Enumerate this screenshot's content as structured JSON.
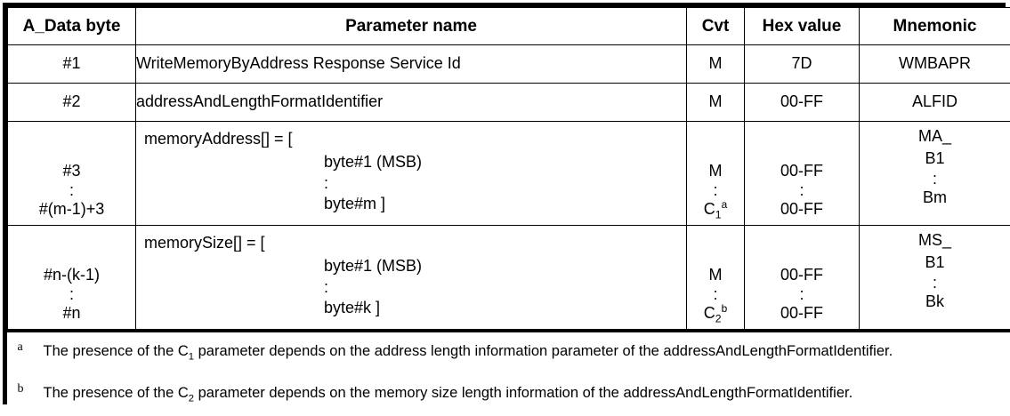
{
  "table": {
    "columns": [
      {
        "key": "a_data_byte",
        "label": "A_Data byte"
      },
      {
        "key": "parameter_name",
        "label": "Parameter name"
      },
      {
        "key": "cvt",
        "label": "Cvt"
      },
      {
        "key": "hex_value",
        "label": "Hex value"
      },
      {
        "key": "mnemonic",
        "label": "Mnemonic"
      }
    ],
    "rows": [
      {
        "type": "simple",
        "a_data_byte": "#1",
        "parameter_name": "WriteMemoryByAddress Response Service Id",
        "cvt": "M",
        "hex_value": "7D",
        "mnemonic": "WMBAPR"
      },
      {
        "type": "simple",
        "a_data_byte": "#2",
        "parameter_name": "addressAndLengthFormatIdentifier",
        "cvt": "M",
        "hex_value": "00-FF",
        "mnemonic": "ALFID"
      },
      {
        "type": "block",
        "a_data_byte_lines": [
          "#3",
          ":",
          "#(m-1)+3"
        ],
        "param_label": "memoryAddress[] = [",
        "param_lines": [
          "byte#1 (MSB)",
          ":",
          "byte#m ]"
        ],
        "cvt_lines": [
          "M",
          ":",
          "C"
        ],
        "cvt_last_sub": "1",
        "cvt_last_sup": "a",
        "hex_lines": [
          "00-FF",
          ":",
          "00-FF"
        ],
        "mnemonic_lines": [
          "MA_",
          "B1",
          ":",
          "Bm"
        ]
      },
      {
        "type": "block",
        "a_data_byte_lines": [
          "#n-(k-1)",
          ":",
          "#n"
        ],
        "param_label": "memorySize[] = [",
        "param_lines": [
          "byte#1 (MSB)",
          ":",
          "byte#k ]"
        ],
        "cvt_lines": [
          "M",
          ":",
          "C"
        ],
        "cvt_last_sub": "2",
        "cvt_last_sup": "b",
        "hex_lines": [
          "00-FF",
          ":",
          "00-FF"
        ],
        "mnemonic_lines": [
          "MS_",
          "B1",
          ":",
          "Bk"
        ]
      }
    ],
    "footnotes": [
      {
        "marker": "a",
        "text_before": "The presence of the C",
        "subscript": "1",
        "text_after": " parameter depends on the address length information parameter of the addressAndLengthFormatIdentifier."
      },
      {
        "marker": "b",
        "text_before": "The presence of the C",
        "subscript": "2",
        "text_after": " parameter depends on the memory size length information of the addressAndLengthFormatIdentifier."
      }
    ]
  },
  "colors": {
    "border": "#000000",
    "text": "#000000",
    "background": "#ffffff"
  }
}
